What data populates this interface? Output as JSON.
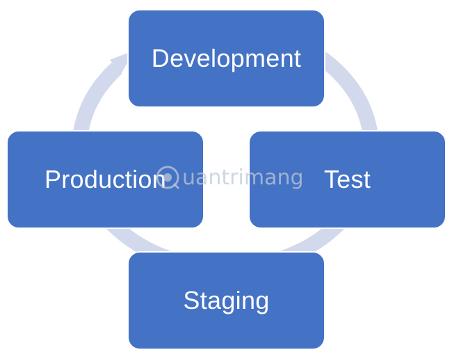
{
  "stages": {
    "development": "Development",
    "test": "Test",
    "staging": "Staging",
    "production": "Production"
  },
  "watermark": {
    "text": "uantrimang"
  },
  "colors": {
    "box_fill": "#4472c4",
    "box_text": "#ffffff",
    "ring": "#d3d9ec"
  }
}
